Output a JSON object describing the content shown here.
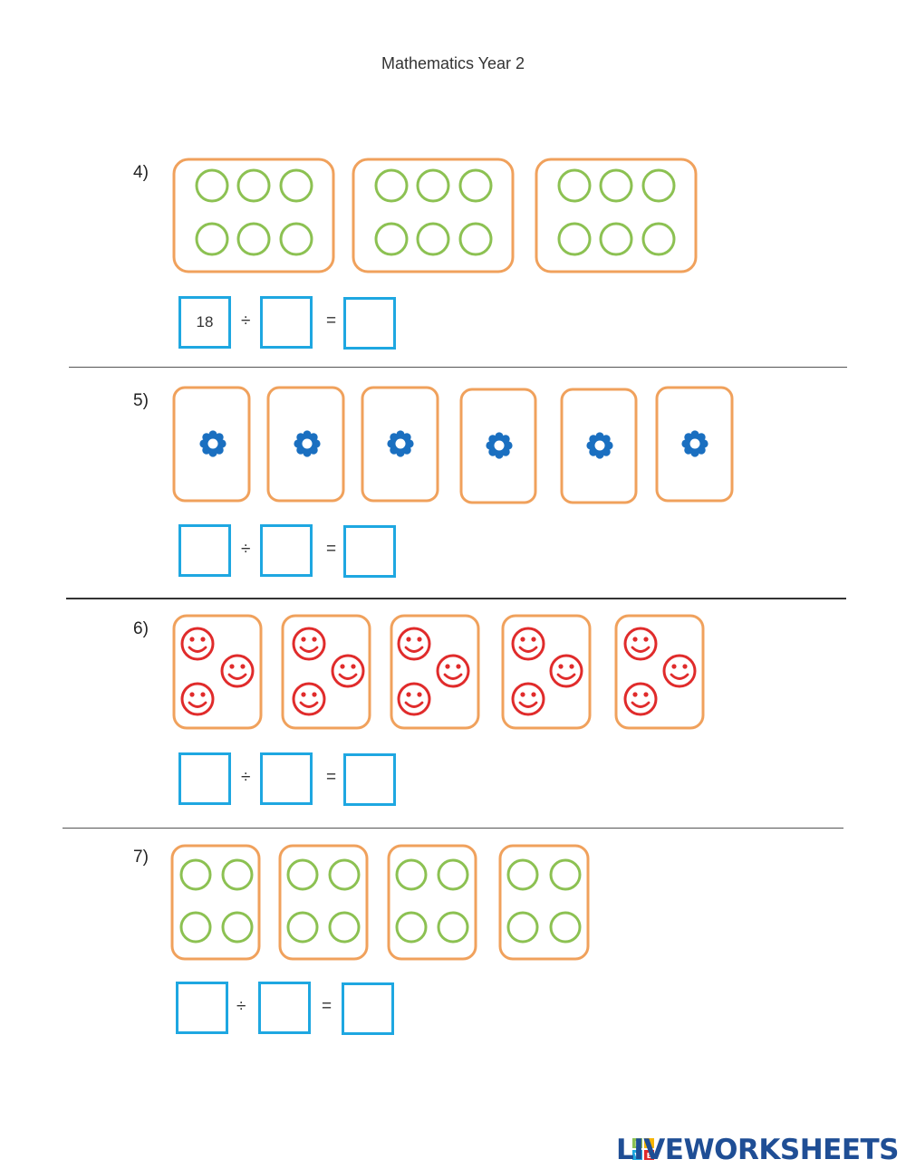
{
  "page": {
    "title": "Mathematics Year 2"
  },
  "questions": [
    {
      "number": "4)",
      "given": "18",
      "operator": "÷",
      "equals": "="
    },
    {
      "number": "5)",
      "given": "",
      "operator": "÷",
      "equals": "="
    },
    {
      "number": "6)",
      "given": "",
      "operator": "÷",
      "equals": "="
    },
    {
      "number": "7)",
      "given": "",
      "operator": "÷",
      "equals": "="
    }
  ],
  "footer": {
    "brand": "LIVEWORKSHEETS",
    "logo_letters": [
      "L",
      "I",
      "V",
      "E"
    ]
  },
  "colors": {
    "group_border": "#f0a15c",
    "circle": "#8cc152",
    "flower": "#1a6fc0",
    "smiley": "#e02b2b",
    "answer_box": "#1ea7e1",
    "brand": "#1f4e95"
  },
  "icons": [
    "green-circle-icon",
    "blue-flower-icon",
    "red-smiley-icon"
  ]
}
